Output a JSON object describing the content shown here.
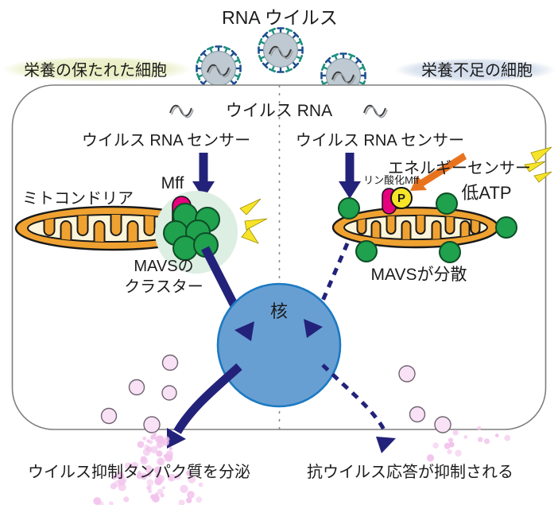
{
  "labels": {
    "title": "RNA ウイルス",
    "banner_left": "栄養の保たれた細胞",
    "banner_right": "栄養不足の細胞",
    "viral_rna": "ウイルス RNA",
    "sensor_left": "ウイルス RNA センサー",
    "sensor_right": "ウイルス RNA センサー",
    "energy_sensor": "エネルギーセンサー",
    "mff": "Mff",
    "phospho_mff": "リン酸化Mff",
    "phosphate": "P",
    "low_atp": "低ATP",
    "mitochondria": "ミトコンドリア",
    "mavs_cluster_line1": "MAVSの",
    "mavs_cluster_line2": "クラスター",
    "mavs_dispersed": "MAVSが分散",
    "nucleus": "核",
    "outcome_left": "ウイルス抑制タンパク質を分泌",
    "outcome_right": "抗ウイルス応答が抑制される"
  },
  "colors": {
    "navy": "#23227a",
    "orange": "#e8731f",
    "magenta": "#e6007e",
    "green": "#1fa14d",
    "mito_orange": "#f0a231",
    "mito_inner": "#fcf5d9",
    "nucleus_fill": "#689fd3",
    "nucleus_stroke": "#1d7ac2",
    "glow_green": "#ddeee3",
    "spark_yellow": "#f7e428",
    "pink_light": "#f9e2f6",
    "pink_dot": "#f2c3ec",
    "virus_body": "#bec9d1",
    "spike_navy": "#1d4f8f",
    "spike_teal": "#1f8f80",
    "banner_left_glow": "#e7edbe",
    "banner_right_glow": "#cfdaea",
    "cell_border": "#7f7f7f"
  }
}
